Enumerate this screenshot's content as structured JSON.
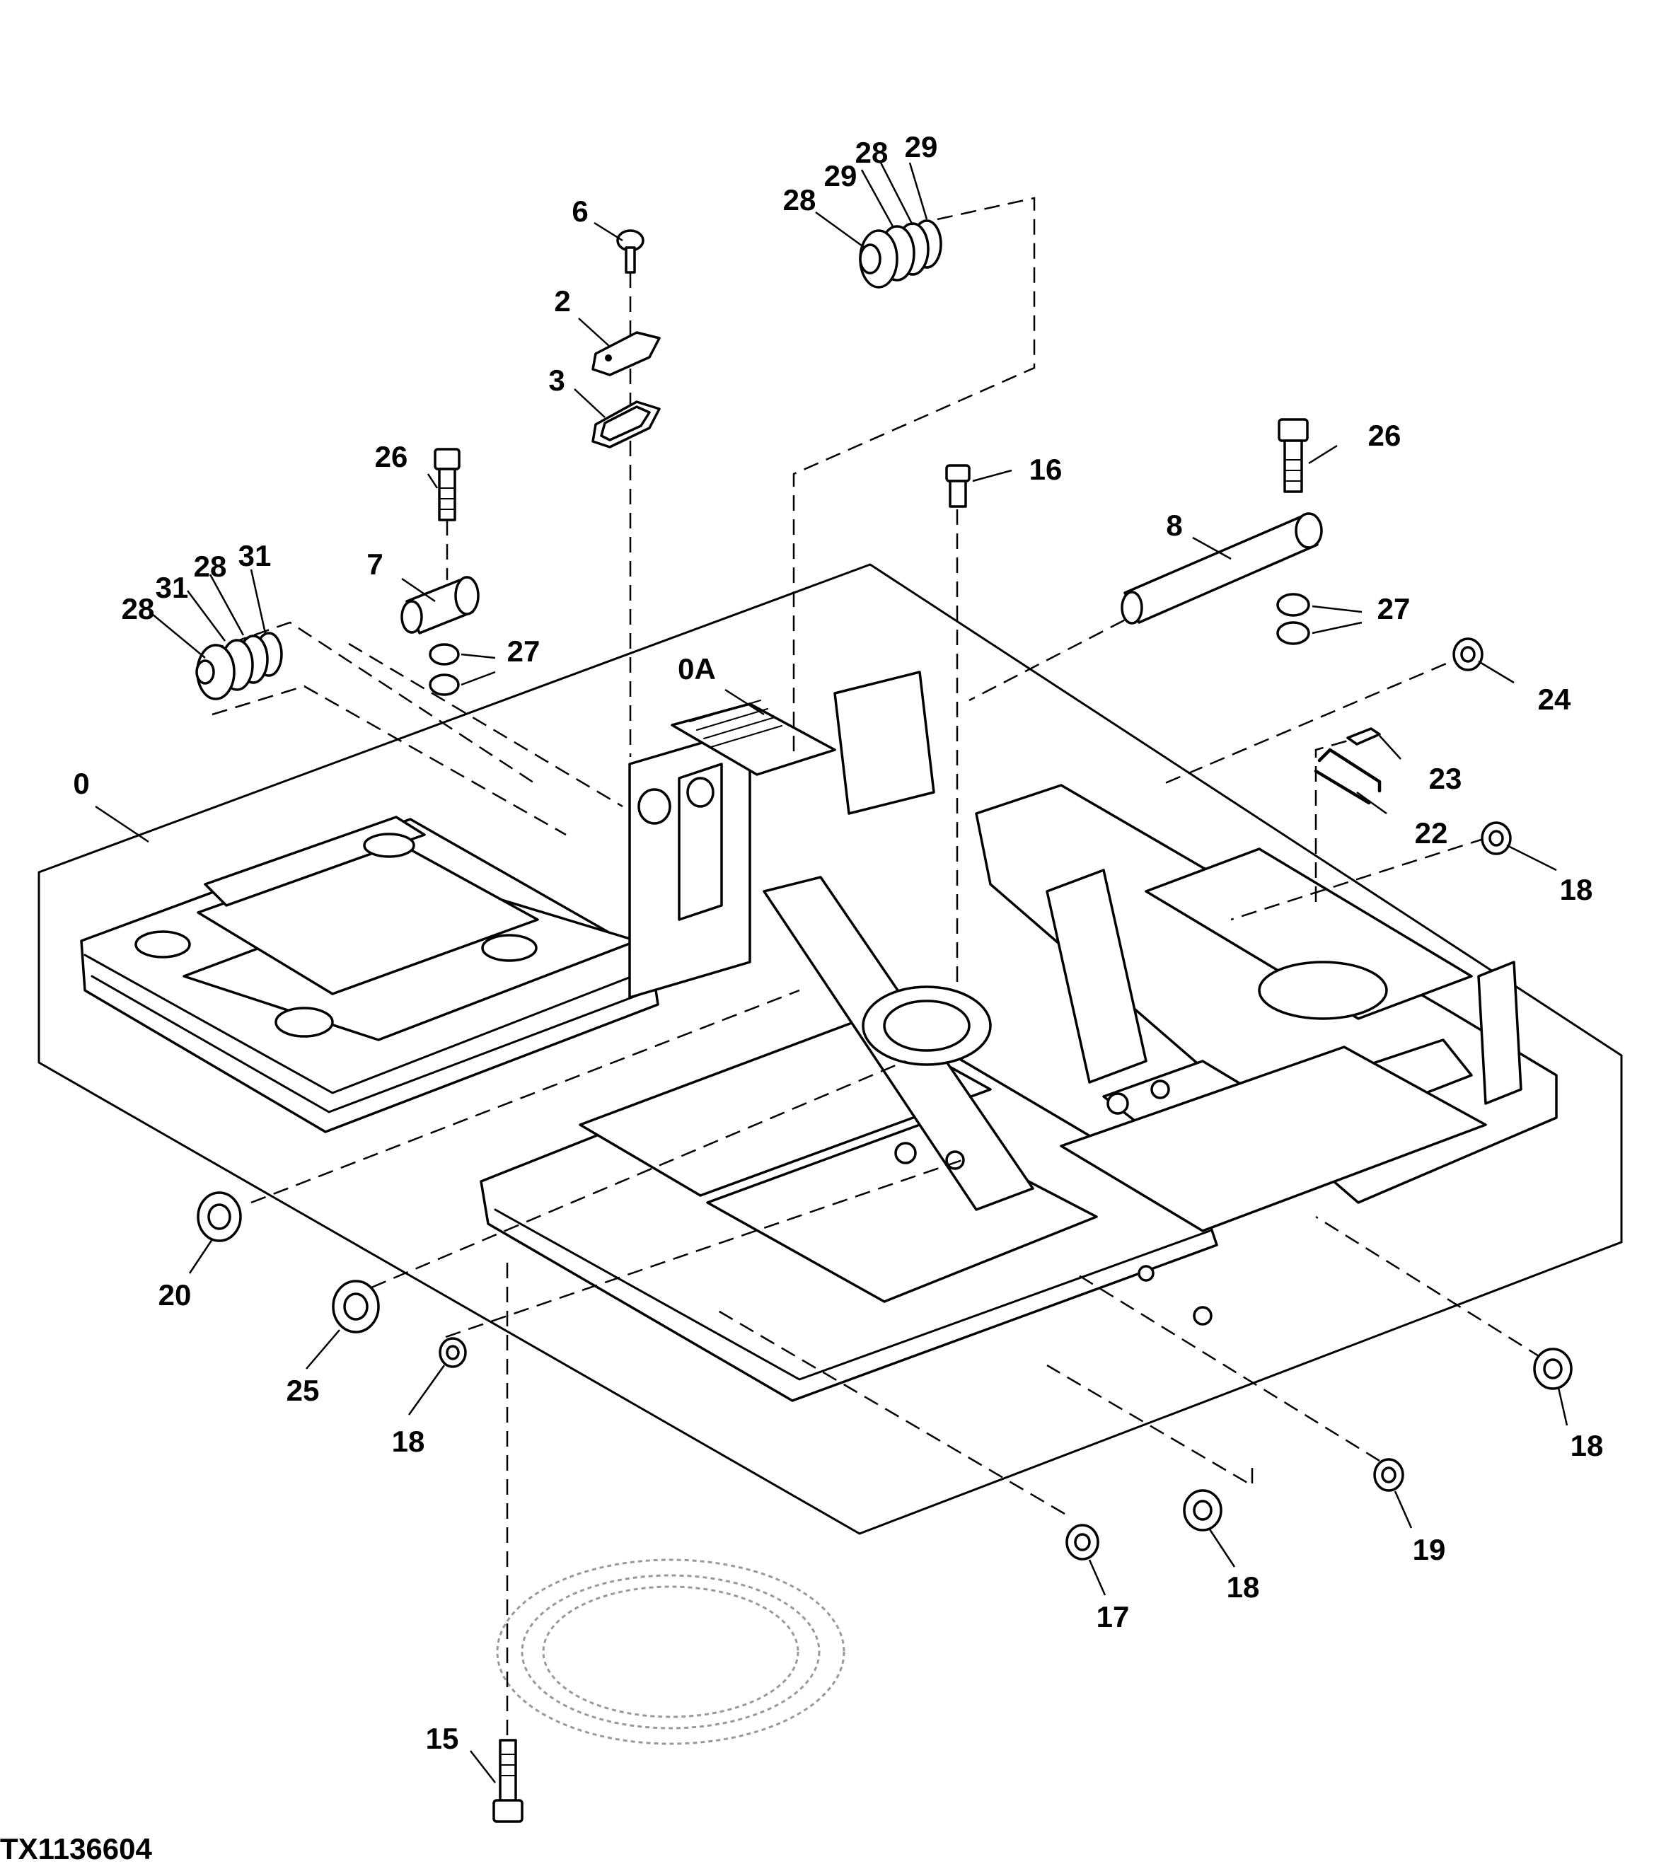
{
  "figure_id": "TX1136604",
  "callouts": [
    {
      "id": "c-0",
      "label": "0"
    },
    {
      "id": "c-0A",
      "label": "0A"
    },
    {
      "id": "c-2",
      "label": "2"
    },
    {
      "id": "c-3",
      "label": "3"
    },
    {
      "id": "c-6",
      "label": "6"
    },
    {
      "id": "c-7",
      "label": "7"
    },
    {
      "id": "c-8",
      "label": "8"
    },
    {
      "id": "c-15",
      "label": "15"
    },
    {
      "id": "c-16",
      "label": "16"
    },
    {
      "id": "c-17",
      "label": "17"
    },
    {
      "id": "c-18a",
      "label": "18"
    },
    {
      "id": "c-18b",
      "label": "18"
    },
    {
      "id": "c-18c",
      "label": "18"
    },
    {
      "id": "c-18d",
      "label": "18"
    },
    {
      "id": "c-19",
      "label": "19"
    },
    {
      "id": "c-20",
      "label": "20"
    },
    {
      "id": "c-22",
      "label": "22"
    },
    {
      "id": "c-23",
      "label": "23"
    },
    {
      "id": "c-24",
      "label": "24"
    },
    {
      "id": "c-25",
      "label": "25"
    },
    {
      "id": "c-26a",
      "label": "26"
    },
    {
      "id": "c-26b",
      "label": "26"
    },
    {
      "id": "c-27a",
      "label": "27"
    },
    {
      "id": "c-27b",
      "label": "27"
    },
    {
      "id": "c-28a",
      "label": "28"
    },
    {
      "id": "c-28b",
      "label": "28"
    },
    {
      "id": "c-28c",
      "label": "28"
    },
    {
      "id": "c-28d",
      "label": "28"
    },
    {
      "id": "c-29a",
      "label": "29"
    },
    {
      "id": "c-29b",
      "label": "29"
    },
    {
      "id": "c-31a",
      "label": "31"
    },
    {
      "id": "c-31b",
      "label": "31"
    }
  ]
}
